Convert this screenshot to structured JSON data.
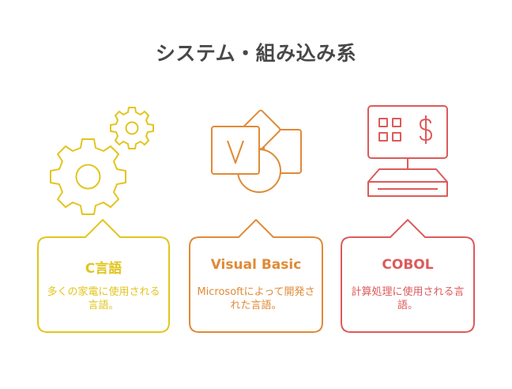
{
  "title": "システム・組み込み系",
  "colors": {
    "c": "#e2c51e",
    "vb": "#e08a36",
    "cobol": "#dd5a5a",
    "title": "#484848"
  },
  "cards": [
    {
      "icon": "gears-icon",
      "title": "C言語",
      "description": "多くの家電に使用される言語。"
    },
    {
      "icon": "visual-studio-shapes-icon",
      "title": "Visual Basic",
      "description": "Microsoftによって開発された言語。"
    },
    {
      "icon": "computer-terminal-icon",
      "title": "COBOL",
      "description": "計算処理に使用される言語。"
    }
  ]
}
